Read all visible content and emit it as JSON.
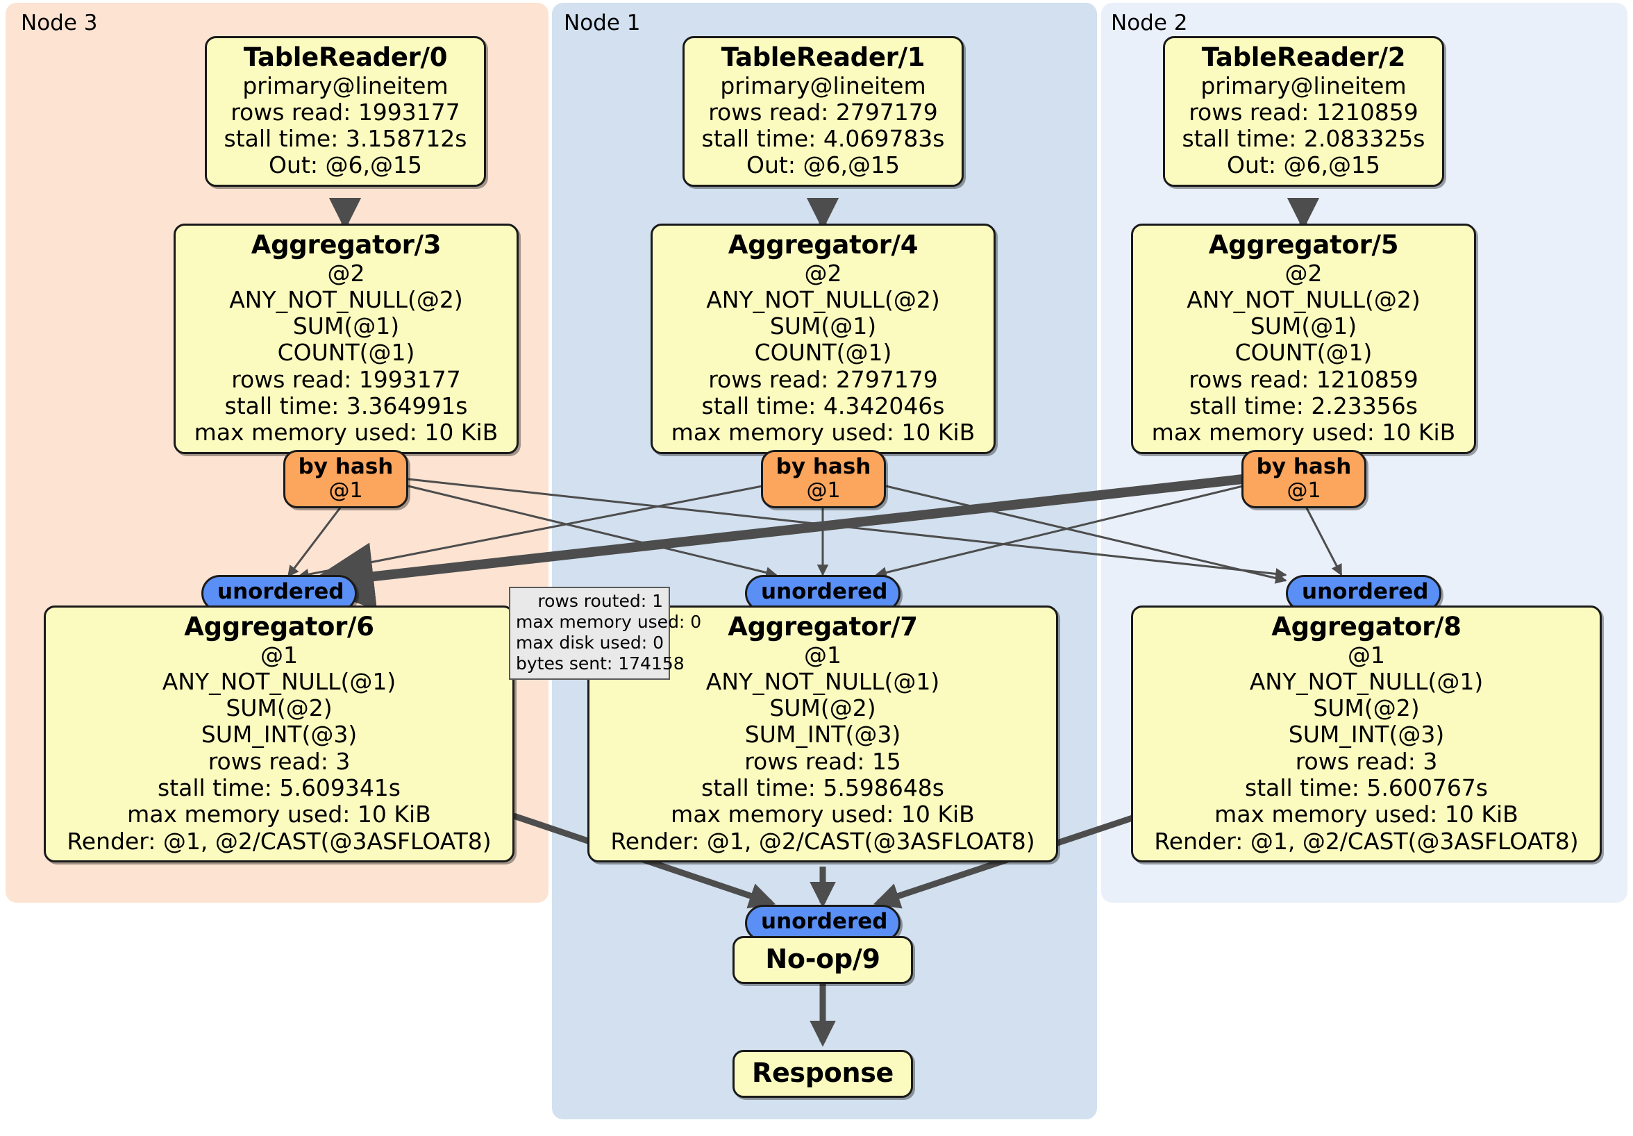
{
  "diagram": {
    "title": "Distributed query execution plan",
    "colors": {
      "node3_panel": "#fce3d2",
      "node1_panel": "#d2e0ef",
      "node2_panel": "#eaf0fa",
      "operator_fill": "#fbfbbf",
      "hash_router_fill": "#fba55d",
      "unordered_fill": "#5a8ff5",
      "stats_fill": "#e9e9ea",
      "edge_stroke": "#4d4d4d"
    }
  },
  "clusters": [
    {
      "id": "node3",
      "label": "Node 3"
    },
    {
      "id": "node1",
      "label": "Node 1"
    },
    {
      "id": "node2",
      "label": "Node 2"
    }
  ],
  "nodes": {
    "tablereader0": {
      "title": "TableReader/0",
      "lines": [
        "primary@lineitem",
        "rows read: 1993177",
        "stall time: 3.158712s",
        "Out: @6,@15"
      ]
    },
    "tablereader1": {
      "title": "TableReader/1",
      "lines": [
        "primary@lineitem",
        "rows read: 2797179",
        "stall time: 4.069783s",
        "Out: @6,@15"
      ]
    },
    "tablereader2": {
      "title": "TableReader/2",
      "lines": [
        "primary@lineitem",
        "rows read: 1210859",
        "stall time: 2.083325s",
        "Out: @6,@15"
      ]
    },
    "aggregator3": {
      "title": "Aggregator/3",
      "lines": [
        "@2",
        "ANY_NOT_NULL(@2)",
        "SUM(@1)",
        "COUNT(@1)",
        "rows read: 1993177",
        "stall time: 3.364991s",
        "max memory used: 10 KiB"
      ]
    },
    "aggregator4": {
      "title": "Aggregator/4",
      "lines": [
        "@2",
        "ANY_NOT_NULL(@2)",
        "SUM(@1)",
        "COUNT(@1)",
        "rows read: 2797179",
        "stall time: 4.342046s",
        "max memory used: 10 KiB"
      ]
    },
    "aggregator5": {
      "title": "Aggregator/5",
      "lines": [
        "@2",
        "ANY_NOT_NULL(@2)",
        "SUM(@1)",
        "COUNT(@1)",
        "rows read: 1210859",
        "stall time: 2.23356s",
        "max memory used: 10 KiB"
      ]
    },
    "aggregator6": {
      "title": "Aggregator/6",
      "lines": [
        "@1",
        "ANY_NOT_NULL(@1)",
        "SUM(@2)",
        "SUM_INT(@3)",
        "rows read: 3",
        "stall time: 5.609341s",
        "max memory used: 10 KiB",
        "Render: @1, @2/CAST(@3ASFLOAT8)"
      ]
    },
    "aggregator7": {
      "title": "Aggregator/7",
      "lines": [
        "@1",
        "ANY_NOT_NULL(@1)",
        "SUM(@2)",
        "SUM_INT(@3)",
        "rows read: 15",
        "stall time: 5.598648s",
        "max memory used: 10 KiB",
        "Render: @1, @2/CAST(@3ASFLOAT8)"
      ]
    },
    "aggregator8": {
      "title": "Aggregator/8",
      "lines": [
        "@1",
        "ANY_NOT_NULL(@1)",
        "SUM(@2)",
        "SUM_INT(@3)",
        "rows read: 3",
        "stall time: 5.600767s",
        "max memory used: 10 KiB",
        "Render: @1, @2/CAST(@3ASFLOAT8)"
      ]
    },
    "noop9": {
      "title": "No-op/9"
    },
    "response": {
      "title": "Response"
    }
  },
  "routers": {
    "hash_left": {
      "label": "by hash",
      "column": "@1"
    },
    "hash_mid": {
      "label": "by hash",
      "column": "@1"
    },
    "hash_right": {
      "label": "by hash",
      "column": "@1"
    },
    "unordered_left": {
      "label": "unordered"
    },
    "unordered_mid": {
      "label": "unordered"
    },
    "unordered_right": {
      "label": "unordered"
    },
    "unordered_final": {
      "label": "unordered"
    }
  },
  "stats": {
    "lines": [
      "rows routed: 1",
      "max memory used: 0",
      "max disk used: 0",
      "bytes sent: 174158"
    ]
  }
}
